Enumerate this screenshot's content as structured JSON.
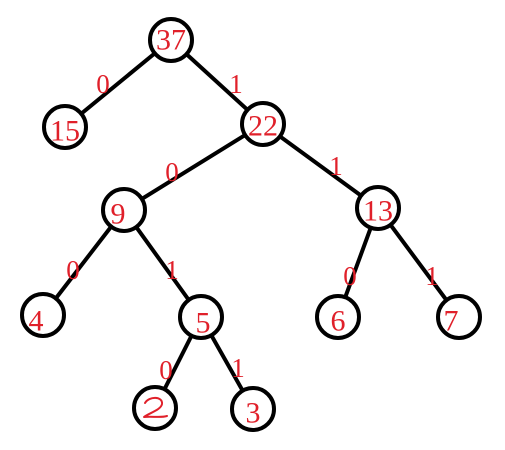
{
  "accent_color": "#e0202a",
  "line_color": "#000000",
  "nodes": [
    {
      "id": "n37",
      "label": "37"
    },
    {
      "id": "n15",
      "label": "15"
    },
    {
      "id": "n22",
      "label": "22"
    },
    {
      "id": "n9",
      "label": "9"
    },
    {
      "id": "n13",
      "label": "13"
    },
    {
      "id": "n4",
      "label": "4"
    },
    {
      "id": "n5",
      "label": "5"
    },
    {
      "id": "n6",
      "label": "6"
    },
    {
      "id": "n7",
      "label": "7"
    },
    {
      "id": "n2",
      "label": "2"
    },
    {
      "id": "n3",
      "label": "3"
    }
  ],
  "edges": [
    {
      "from": "n37",
      "to": "n15",
      "label": "0"
    },
    {
      "from": "n37",
      "to": "n22",
      "label": "1"
    },
    {
      "from": "n22",
      "to": "n9",
      "label": "0"
    },
    {
      "from": "n22",
      "to": "n13",
      "label": "1"
    },
    {
      "from": "n9",
      "to": "n4",
      "label": "0"
    },
    {
      "from": "n9",
      "to": "n5",
      "label": "1"
    },
    {
      "from": "n13",
      "to": "n6",
      "label": "0"
    },
    {
      "from": "n13",
      "to": "n7",
      "label": "1"
    },
    {
      "from": "n5",
      "to": "n2",
      "label": "0"
    },
    {
      "from": "n5",
      "to": "n3",
      "label": "1"
    }
  ]
}
